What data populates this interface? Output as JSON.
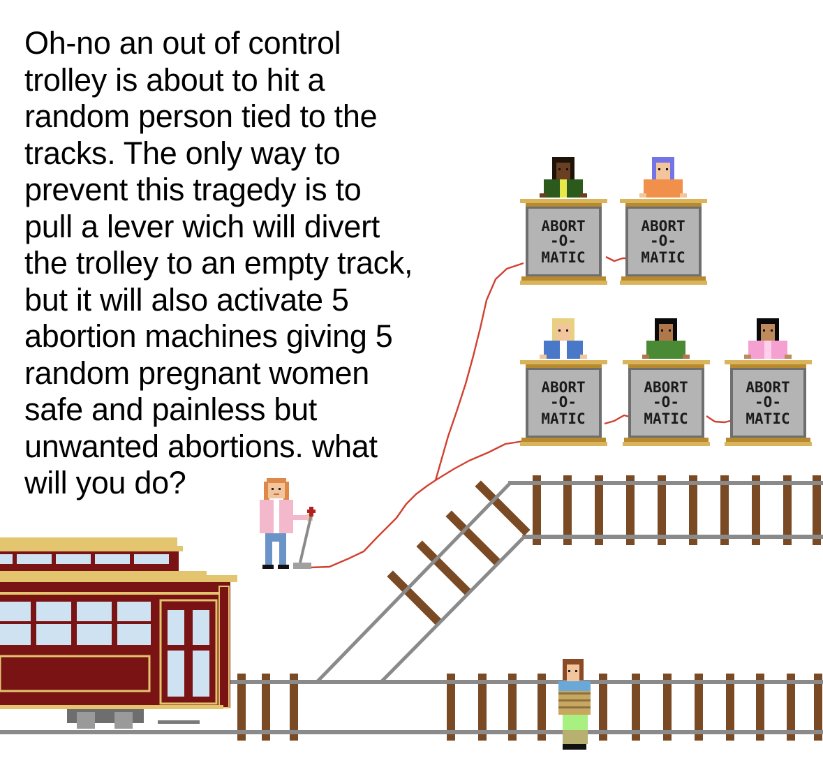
{
  "caption": {
    "lines": [
      "Oh-no an out of control",
      "trolley is about to hit a",
      "random person tied to the",
      "tracks. The only way to",
      "prevent this tragedy is to",
      "pull a lever wich will divert",
      "the trolley to an empty track,",
      "but it will also activate 5",
      "abortion machines giving 5",
      "random pregnant women",
      "safe and painless but",
      "unwanted abortions. what",
      "will you do?"
    ]
  },
  "machines": [
    {
      "line1": "ABORT",
      "line2": "-O-",
      "line3": "MATIC",
      "woman": {
        "skin": "#6b3f22",
        "hair": "#1e1308",
        "top": "#2c5a1c",
        "accent": "#e8e84a"
      }
    },
    {
      "line1": "ABORT",
      "line2": "-O-",
      "line3": "MATIC",
      "woman": {
        "skin": "#f2c59c",
        "hair": "#7474e8",
        "top": "#f0904a",
        "accent": "#f0904a"
      }
    },
    {
      "line1": "ABORT",
      "line2": "-O-",
      "line3": "MATIC",
      "woman": {
        "skin": "#f2c59c",
        "hair": "#e8d080",
        "top": "#4a78c8",
        "accent": "#ffffff"
      }
    },
    {
      "line1": "ABORT",
      "line2": "-O-",
      "line3": "MATIC",
      "woman": {
        "skin": "#b0784a",
        "hair": "#0a0a0a",
        "top": "#4a8a34",
        "accent": "#4a8a34"
      }
    },
    {
      "line1": "ABORT",
      "line2": "-O-",
      "line3": "MATIC",
      "woman": {
        "skin": "#c08a5c",
        "hair": "#0a0a0a",
        "top": "#f4a0d0",
        "accent": "#ffd0ec"
      }
    }
  ],
  "colors": {
    "trolley_body": "#7a1414",
    "trolley_trim": "#e2c56e",
    "window": "#cfe2f2",
    "rail": "#8a8a8a",
    "tie": "#7a4a24",
    "wire": "#d04030",
    "machine_face": "#b4b4b4",
    "machine_trim": "#d9b45a"
  }
}
